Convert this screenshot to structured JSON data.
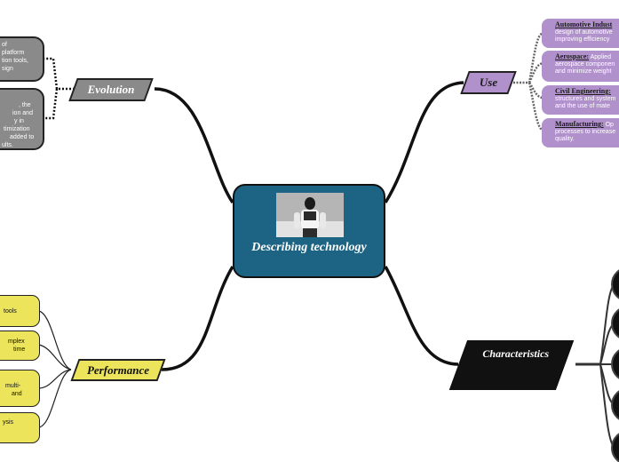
{
  "central": {
    "title": "Describing technology"
  },
  "branches": {
    "evolution": "Evolution",
    "use": "Use",
    "performance": "Performance",
    "characteristics": "Characteristics"
  },
  "evolution_items": [
    [
      "of",
      "platform",
      "tion tools,",
      "sign"
    ],
    [
      ", the",
      "ion and",
      "y in",
      "timization",
      "added to",
      "ults."
    ]
  ],
  "use_items": [
    {
      "head": "Automotive Indust",
      "rest": "",
      "lines": [
        "design of automotive",
        "improving efficiency"
      ]
    },
    {
      "head": "Aerospace:",
      "rest": " Applied",
      "lines": [
        "aerospace componen",
        "and minimize weight"
      ]
    },
    {
      "head": "Civil Engineering:",
      "rest": "",
      "lines": [
        "structures and system",
        "and the use of mate"
      ]
    },
    {
      "head": "Manufacturing:",
      "rest": " Op",
      "lines": [
        "processes to increase",
        "quality."
      ]
    }
  ],
  "performance_items": [
    [
      "tools"
    ],
    [
      "mplex",
      "time"
    ],
    [
      "multi-",
      "and"
    ],
    [
      "ysis"
    ]
  ],
  "colors": {
    "central": "#1d6383",
    "evolution": "#8a8a8a",
    "use": "#b191cc",
    "performance": "#ece45a",
    "characteristics": "#111111"
  }
}
